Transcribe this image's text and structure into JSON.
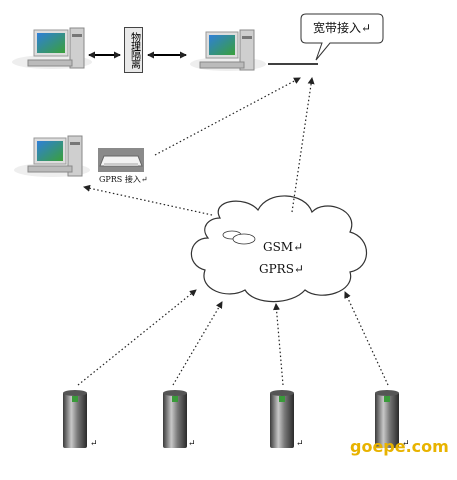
{
  "labels": {
    "broadband": "宽带接入↵",
    "isolation": "物理隔离",
    "gprs_access": "GPRS 接入↵",
    "gsm": "GSM↵",
    "gprs": "GPRS↵",
    "ret_mark": "↵"
  },
  "watermark": "goepe.com",
  "colors": {
    "watermark": "#e8b300",
    "arrow": "#222222"
  }
}
